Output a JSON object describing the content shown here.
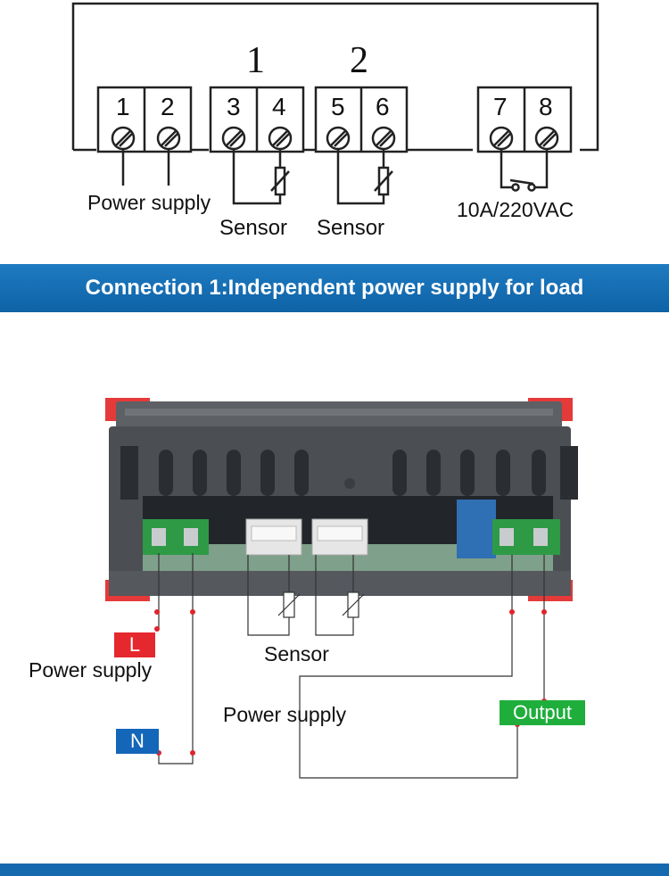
{
  "schematic": {
    "group_numbers": [
      "1",
      "2"
    ],
    "terminals": [
      "1",
      "2",
      "3",
      "4",
      "5",
      "6",
      "7",
      "8"
    ],
    "label_power": "Power supply",
    "label_sensor_1": "Sensor",
    "label_sensor_2": "Sensor",
    "label_relay": "10A/220VAC"
  },
  "banner": {
    "title": "Connection 1:Independent power supply for load"
  },
  "wiring": {
    "tag_l": "L",
    "tag_n": "N",
    "label_power_left": "Power supply",
    "label_sensor": "Sensor",
    "label_power_center": "Power supply",
    "tag_output": "Output"
  },
  "colors": {
    "banner_blue": "#1469b0",
    "tag_red": "#e5282e",
    "tag_blue": "#1466b8",
    "tag_green": "#1fae3c",
    "wire_dot": "#e0242b"
  }
}
